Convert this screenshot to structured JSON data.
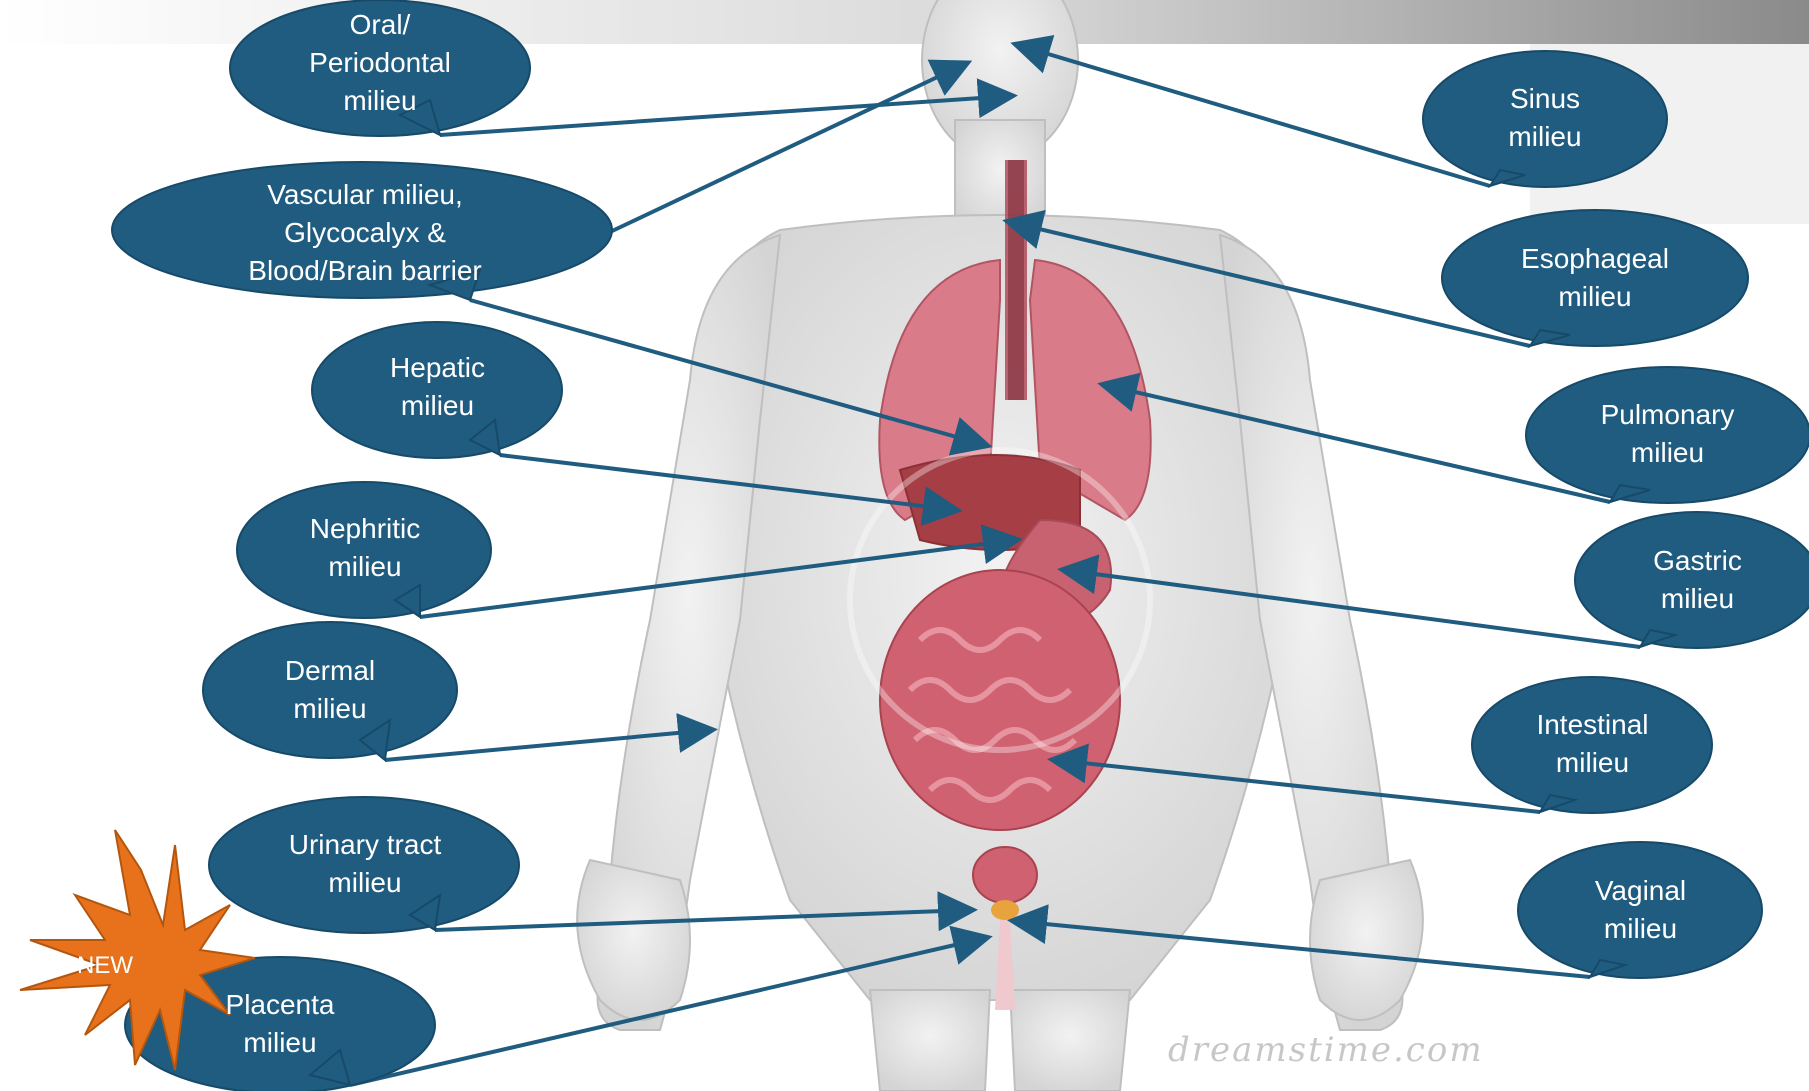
{
  "colors": {
    "bubble_fill": "#1f5c80",
    "bubble_stroke": "#174a68",
    "arrow": "#1f5c80",
    "body": "#e6e6e6",
    "organ": "#cf6170",
    "starburst": "#e8721c"
  },
  "badge": {
    "label": "NEW",
    "icon": "starburst-icon"
  },
  "watermark": "dreamstime.com",
  "labels": {
    "oral": [
      "Oral/",
      "Periodontal",
      "milieu"
    ],
    "vascular": [
      "Vascular milieu,",
      "Glycocalyx &",
      "Blood/Brain barrier"
    ],
    "hepatic": [
      "Hepatic",
      "milieu"
    ],
    "nephritic": [
      "Nephritic",
      "milieu"
    ],
    "dermal": [
      "Dermal",
      "milieu"
    ],
    "urinary": [
      "Urinary tract",
      "milieu"
    ],
    "placenta": [
      "Placenta",
      "milieu"
    ],
    "sinus": [
      "Sinus",
      "milieu"
    ],
    "esophageal": [
      "Esophageal",
      "milieu"
    ],
    "pulmonary": [
      "Pulmonary",
      "milieu"
    ],
    "gastric": [
      "Gastric",
      "milieu"
    ],
    "intestinal": [
      "Intestinal",
      "milieu"
    ],
    "vaginal": [
      "Vaginal",
      "milieu"
    ]
  }
}
